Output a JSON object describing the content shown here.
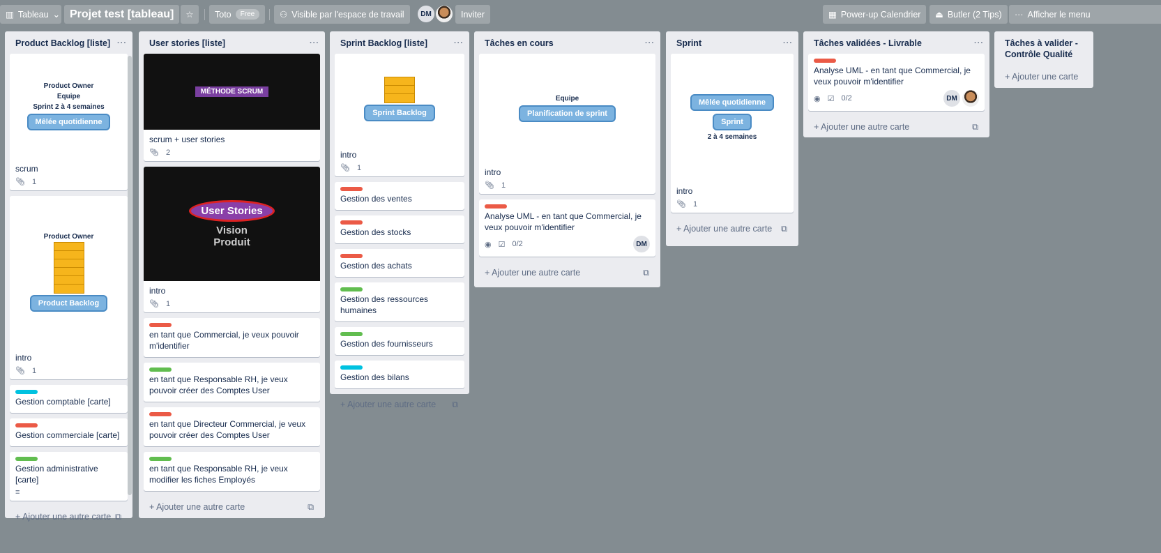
{
  "topbar": {
    "view_label": "Tableau",
    "board_title": "Projet test [tableau]",
    "team": "Toto",
    "plan": "Free",
    "visibility": "Visible par l'espace de travail",
    "members": [
      "DM",
      ""
    ],
    "invite": "Inviter",
    "calendar": "Power-up Calendrier",
    "butler": "Butler (2 Tips)",
    "menu": "Afficher le menu"
  },
  "labels": {
    "red": "#eb5a46",
    "green": "#61bd4f",
    "cyan": "#00c2e0",
    "light_green": "#51e898"
  },
  "lists": [
    {
      "title": "Product Backlog [liste]",
      "add": "Ajouter une autre carte",
      "cards": [
        {
          "image": "scrum",
          "image_text": [
            "Product Owner",
            "Equipe",
            "Sprint 2 à 4 semaines",
            "Mêlée quotidienne"
          ],
          "title": "scrum",
          "attachments": "1"
        },
        {
          "image": "po",
          "image_text": [
            "Product Owner",
            "Product Backlog"
          ],
          "title": "intro",
          "attachments": "1"
        },
        {
          "label": "cyan",
          "title": "Gestion comptable [carte]"
        },
        {
          "label": "red",
          "title": "Gestion commerciale [carte]"
        },
        {
          "label": "green",
          "title": "Gestion administrative [carte]",
          "description": true
        }
      ]
    },
    {
      "title": "User stories [liste]",
      "add": "Ajouter une autre carte",
      "cards": [
        {
          "image": "methode",
          "image_text": [
            "MÉTHODE SCRUM"
          ],
          "title": "scrum + user stories",
          "attachments": "2"
        },
        {
          "image": "us",
          "image_text": [
            "User Stories",
            "Vision Produit"
          ],
          "title": "intro",
          "attachments": "1"
        },
        {
          "label": "red",
          "title": "en tant que Commercial, je veux pouvoir m'identifier"
        },
        {
          "label": "green",
          "title": "en tant que Responsable RH, je veux pouvoir créer des Comptes User"
        },
        {
          "label": "red",
          "title": "en tant que Directeur Commercial, je veux pouvoir créer des Comptes User"
        },
        {
          "label": "green",
          "title": "en tant que Responsable RH, je veux modifier les fiches Employés"
        }
      ]
    },
    {
      "title": "Sprint Backlog [liste]",
      "add": "Ajouter une autre carte",
      "cards": [
        {
          "image": "sb",
          "image_text": [
            "Sprint Backlog"
          ],
          "title": "intro",
          "attachments": "1"
        },
        {
          "label": "red",
          "title": "Gestion des ventes"
        },
        {
          "label": "red",
          "title": "Gestion des stocks"
        },
        {
          "label": "red",
          "title": "Gestion des achats"
        },
        {
          "label": "green",
          "title": "Gestion des ressources humaines"
        },
        {
          "label": "green",
          "title": "Gestion des fournisseurs"
        },
        {
          "label": "cyan",
          "title": "Gestion des bilans"
        }
      ]
    },
    {
      "title": "Tâches en cours",
      "add": "Ajouter une autre carte",
      "cards": [
        {
          "image": "plan",
          "image_text": [
            "Equipe",
            "Planification de sprint"
          ],
          "title": "intro",
          "attachments": "1"
        },
        {
          "label": "red",
          "title": "Analyse UML - en tant que Commercial, je veux pouvoir m'identifier",
          "watch": true,
          "checklist": "0/2",
          "members": [
            "DM"
          ]
        }
      ]
    },
    {
      "title": "Sprint",
      "add": "Ajouter une autre carte",
      "cards": [
        {
          "image": "sprint",
          "image_text": [
            "Mêlée quotidienne",
            "Sprint",
            "2 à 4 semaines"
          ],
          "title": "intro",
          "attachments": "1"
        }
      ]
    },
    {
      "title": "Tâches validées - Livrable",
      "add": "Ajouter une autre carte",
      "cards": [
        {
          "label": "red",
          "title": "Analyse UML - en tant que Commercial, je veux pouvoir m'identifier",
          "watch": true,
          "checklist": "0/2",
          "members": [
            "DM",
            ""
          ]
        }
      ]
    },
    {
      "title": "Tâches à valider - Contrôle Qualité",
      "add": "Ajouter une carte",
      "cards": []
    }
  ]
}
